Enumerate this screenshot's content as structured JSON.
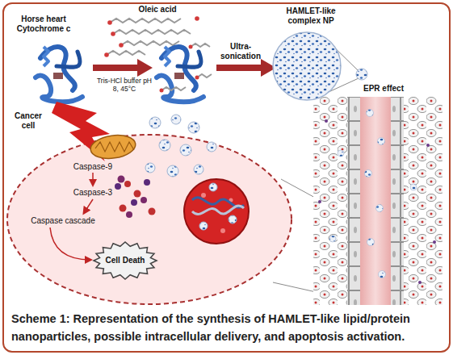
{
  "diagram": {
    "caption": "Scheme 1: Representation of the synthesis of HAMLET-like lipid/protein nanoparticles, possible intracellular delivery, and apoptosis activation.",
    "nodes": [
      {
        "text": [
          "HAMLET-like complex NP"
        ]
      },
      {
        "text": [
          "Cancer cell"
        ]
      },
      {
        "text": [
          "Cell Death"
        ],
        "in": 1
      }
    ],
    "labels": [
      "Horse heart Cytochrome c",
      "Oleic acid",
      "Tris-HCl buffer pH 8, 45°C",
      "Ultra- sonication",
      "EPR effect",
      "Caspase-9",
      "Caspase-3",
      "Caspase cascade"
    ]
  }
}
